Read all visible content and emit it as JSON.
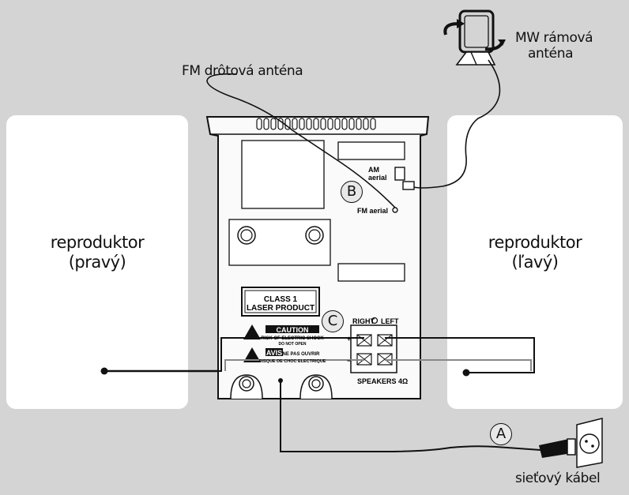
{
  "labels": {
    "speaker_right_line1": "reproduktor",
    "speaker_right_line2": "(pravý)",
    "speaker_left_line1": "reproduktor",
    "speaker_left_line2": "(ľavý)",
    "fm_antenna": "FM drôtová anténa",
    "mw_antenna_line1": "MW rámová",
    "mw_antenna_line2": "anténa",
    "power_cable": "sieťový kábel"
  },
  "markers": {
    "a": "A",
    "b": "B",
    "c": "C"
  },
  "unit": {
    "am_aerial_line1": "AM",
    "am_aerial_line2": "aerial",
    "fm_aerial": "FM aerial",
    "laser_line1": "CLASS 1",
    "laser_line2": "LASER PRODUCT",
    "caution": "CAUTION",
    "caution_sub": "RISK OF ELECTRIC SHOCK",
    "caution_sub2": "DO NOT OPEN",
    "avis": "AVIS",
    "avis_side": "NE PAS OUVRIR",
    "avis_sub": "RISQUE DE CHOC ELECTRIQUE",
    "right": "RIGHT",
    "left": "LEFT",
    "speakers": "SPEAKERS 4Ω",
    "plus": "+",
    "minus": "−"
  }
}
